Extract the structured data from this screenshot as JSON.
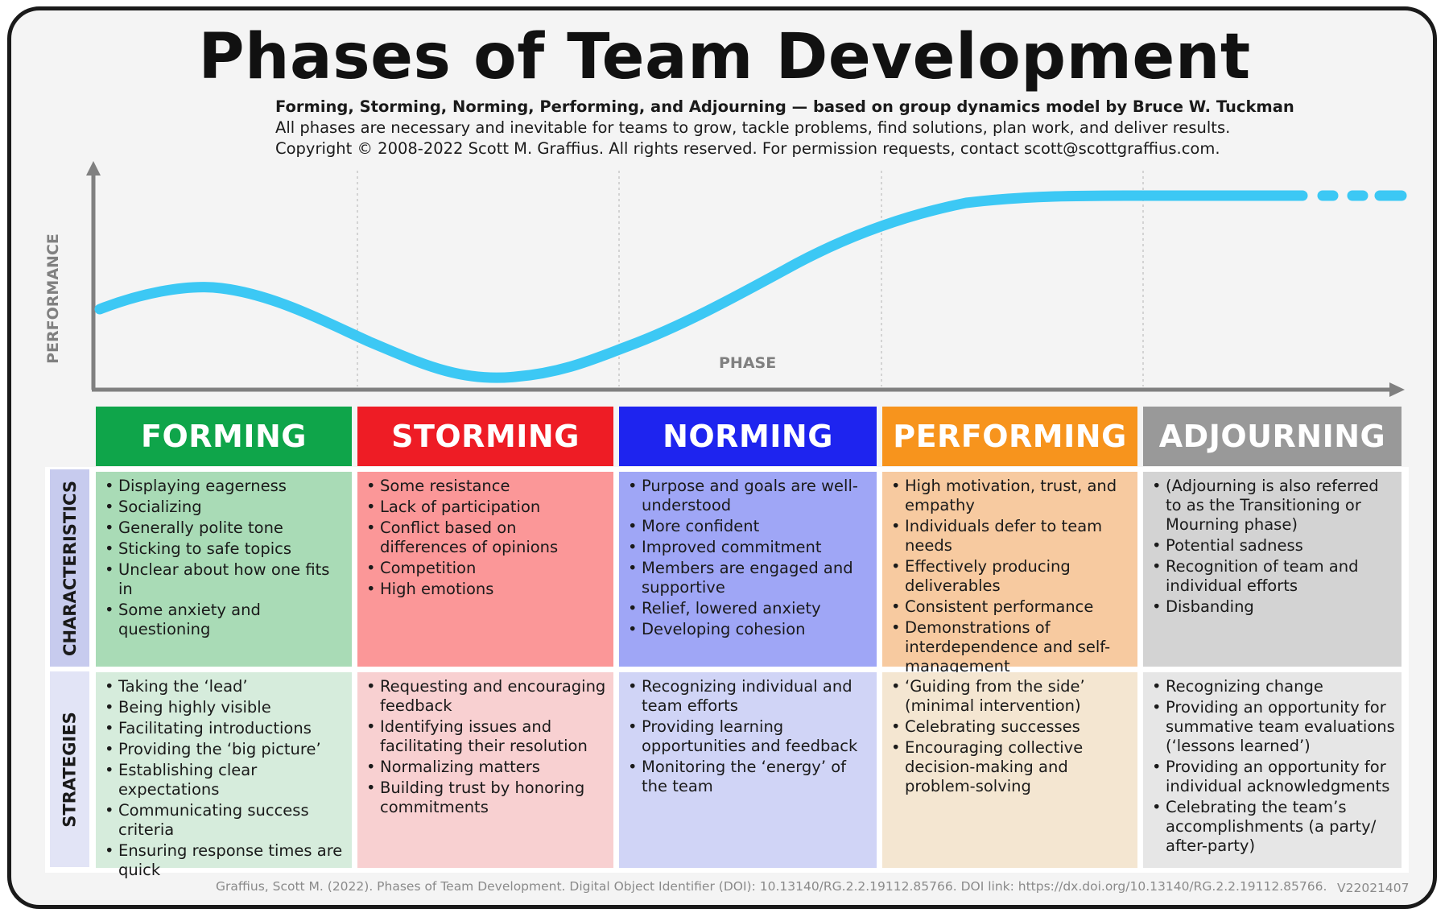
{
  "title": "Phases of Team Development",
  "subtitle_bold": "Forming, Storming, Norming, Performing, and Adjourning — based on group dynamics model by Bruce W. Tuckman",
  "subtitle_line2": "All phases are necessary and inevitable for teams to grow, tackle problems, find solutions, plan work, and deliver results.",
  "subtitle_line3": "Copyright © 2008-2022 Scott M. Graffius. All rights reserved. For permission requests, contact scott@scottgraffius.com.",
  "axis": {
    "y_label": "PERFORMANCE",
    "x_label": "PHASE"
  },
  "colors": {
    "curve": "#3cc8f4",
    "forming": "#0fa54a",
    "storming": "#ee1c25",
    "norming": "#1e24ef",
    "performing": "#f7941d",
    "adjourning": "#999999"
  },
  "row_labels": {
    "characteristics": "CHARACTERISTICS",
    "strategies": "STRATEGIES"
  },
  "phases": [
    {
      "name": "FORMING",
      "characteristics": [
        "Displaying eagerness",
        "Socializing",
        "Generally polite tone",
        "Sticking to safe topics",
        "Unclear about how one fits in",
        "Some anxiety and questioning"
      ],
      "strategies": [
        "Taking the ‘lead’",
        "Being highly visible",
        "Facilitating introductions",
        "Providing the ‘big picture’",
        "Establishing clear expectations",
        "Communicating success criteria",
        "Ensuring response times are quick"
      ]
    },
    {
      "name": "STORMING",
      "characteristics": [
        "Some resistance",
        "Lack of participation",
        "Conflict based on differences of opinions",
        "Competition",
        "High emotions"
      ],
      "strategies": [
        "Requesting and encouraging feedback",
        "Identifying issues and facilitating their resolution",
        "Normalizing matters",
        "Building trust by honoring commitments"
      ]
    },
    {
      "name": "NORMING",
      "characteristics": [
        "Purpose and goals are well-understood",
        "More confident",
        "Improved commitment",
        "Members are engaged and supportive",
        "Relief, lowered anxiety",
        "Developing cohesion"
      ],
      "strategies": [
        "Recognizing individual and team efforts",
        "Providing learning opportunities and feedback",
        "Monitoring the ‘energy’ of the team"
      ]
    },
    {
      "name": "PERFORMING",
      "characteristics": [
        "High motivation, trust, and empathy",
        "Individuals defer to team needs",
        "Effectively producing deliverables",
        "Consistent performance",
        "Demonstrations of interdependence and self-management"
      ],
      "strategies": [
        "‘Guiding from the side’ (minimal intervention)",
        "Celebrating successes",
        "Encouraging collective decision-making and problem-solving"
      ]
    },
    {
      "name": "ADJOURNING",
      "characteristics": [
        "(Adjourning is also referred to as the Transitioning or Mourning phase)",
        "Potential sadness",
        "Recognition of team and individual efforts",
        "Disbanding"
      ],
      "strategies": [
        "Recognizing change",
        "Providing an opportunity for summative team evaluations (‘lessons learned’)",
        "Providing an opportunity for individual acknowledgments",
        "Celebrating the team’s accomplishments (a party/ after-party)"
      ]
    }
  ],
  "footer": "Graffius, Scott M. (2022). Phases of Team Development. Digital Object Identifier (DOI): 10.13140/RG.2.2.19112.85766. DOI link: https://dx.doi.org/10.13140/RG.2.2.19112.85766.",
  "version": "V22021407"
}
